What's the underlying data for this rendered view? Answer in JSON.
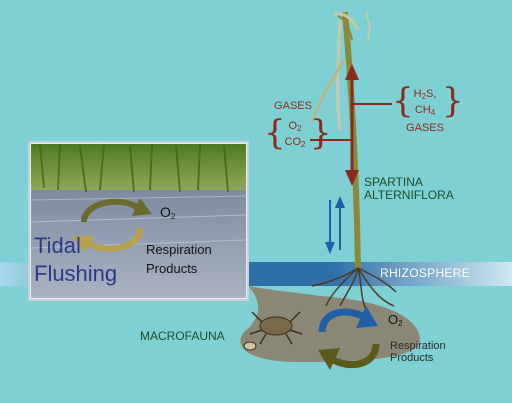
{
  "photo_panel": {
    "o2_label": "O",
    "o2_sub": "2",
    "respiration_line1": "Respiration",
    "respiration_line2": "Products",
    "tidal_line1": "Tidal",
    "tidal_line2": "Flushing"
  },
  "gases_left": {
    "title": "GASES",
    "o2": "O",
    "o2_sub": "2",
    "co2": "CO",
    "co2_sub": "2"
  },
  "gases_right": {
    "h2s": "H",
    "h2s_sub": "2",
    "h2s_tail": "S,",
    "ch4": "CH",
    "ch4_sub": "4",
    "title": "GASES"
  },
  "plant": {
    "name_line1": "SPARTINA",
    "name_line2": "ALTERNIFLORA"
  },
  "rhizosphere_label": "RHIZOSPHERE",
  "macrofauna_label": "MACROFAUNA",
  "sediment_cycle": {
    "o2": "O",
    "o2_sub": "2",
    "respiration_line1": "Respiration",
    "respiration_line2": "Products"
  },
  "colors": {
    "background": "#7fd0d4",
    "gas_arrow": "#8a2a1a",
    "water_arrow": "#1f5fa8",
    "cycle_olive": "#5a5a1a",
    "cycle_blue": "#1f5fa8"
  }
}
